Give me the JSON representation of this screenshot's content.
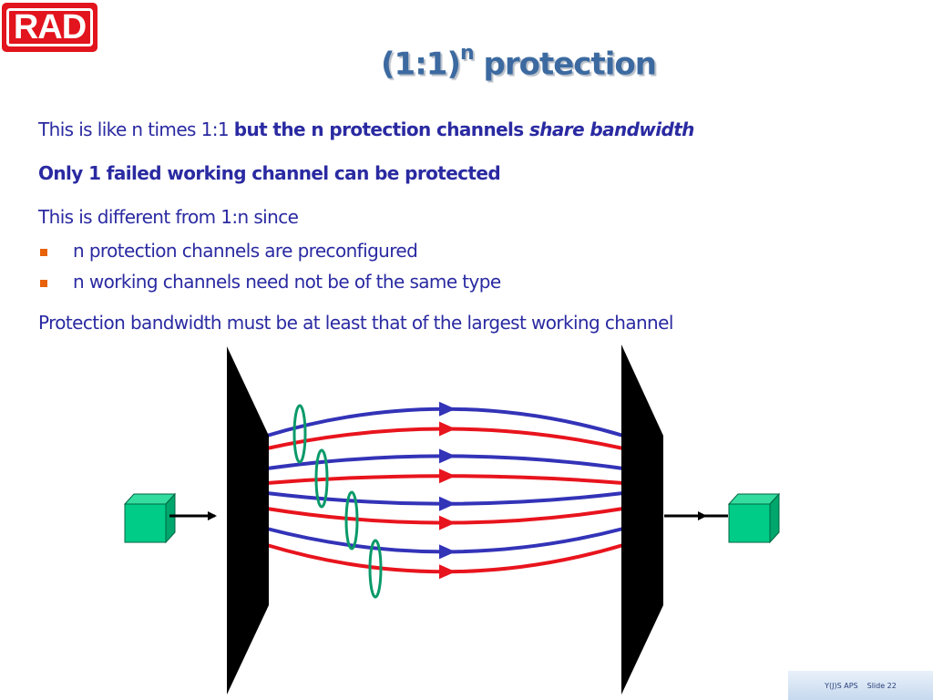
{
  "logo": {
    "text": "RAD"
  },
  "title": {
    "main": "(1:1)",
    "superscript": "n",
    "suffix": " protection"
  },
  "content": {
    "line1_normal": "This is like n times 1:1 ",
    "line1_bold": "but the n protection channels ",
    "line1_bold_italic": "share bandwidth",
    "line2": "Only 1 failed working channel can be protected",
    "line3": "This is different from 1:n since",
    "bullets": [
      "n protection channels are preconfigured",
      "n working channels need not be of the same type"
    ],
    "line4": "Protection bandwidth must be at least that of the largest working channel"
  },
  "diagram": {
    "channel_pairs": 4,
    "colors": {
      "working": "#3333b8",
      "protection": "#e8141d",
      "mux": "#000000",
      "cube_front": "#00cc88",
      "cube_top": "#33dd9f",
      "cube_side": "#00a66b",
      "ellipse": "#0a9a6a"
    }
  },
  "footer": {
    "left": "Y(J)S APS",
    "right": "Slide 22"
  },
  "colors": {
    "title": "#3c6aa0",
    "body_text": "#2a2aa2",
    "bullet": "#e8620a",
    "logo": "#e2141d"
  }
}
